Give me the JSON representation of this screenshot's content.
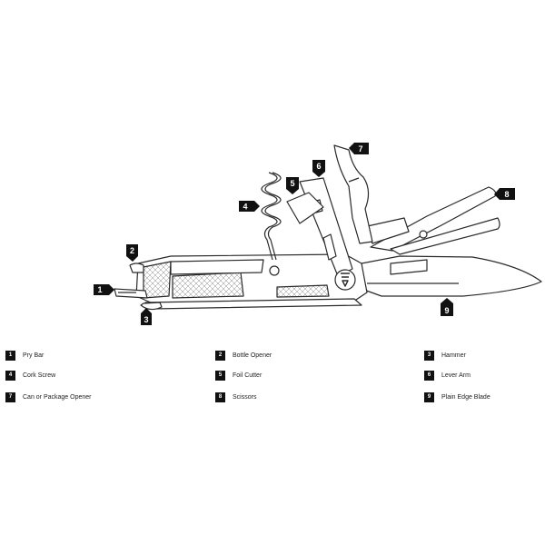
{
  "callouts": [
    {
      "number": "1",
      "label": "Pry Bar"
    },
    {
      "number": "2",
      "label": "Bottle Opener"
    },
    {
      "number": "3",
      "label": "Hammer"
    },
    {
      "number": "4",
      "label": "Cork Screw"
    },
    {
      "number": "5",
      "label": "Foil Cutter"
    },
    {
      "number": "6",
      "label": "Lever Arm"
    },
    {
      "number": "7",
      "label": "Can or Package Opener"
    },
    {
      "number": "8",
      "label": "Scissors"
    },
    {
      "number": "9",
      "label": "Plain Edge Blade"
    }
  ],
  "colors": {
    "ink": "#111111",
    "line": "#2a2a2a",
    "badge_text": "#ffffff",
    "background": "#ffffff"
  },
  "icons": {
    "brand_mark": "gerber-logo-icon"
  }
}
